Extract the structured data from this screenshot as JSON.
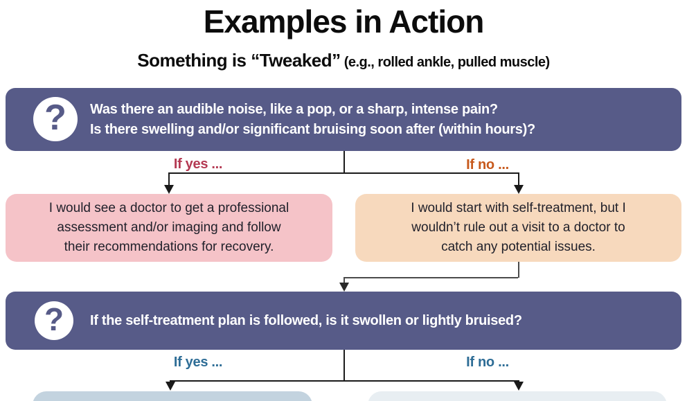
{
  "title": "Examples in Action",
  "subtitle": {
    "main": "Something is “Tweaked”",
    "note": " (e.g., rolled ankle, pulled muscle)"
  },
  "icons": {
    "question_mark": "?"
  },
  "question1": {
    "line1": "Was there an audible noise, like a pop, or a sharp, intense pain?",
    "line2": "Is there swelling and/or significant bruising soon after (within hours)?"
  },
  "branch1": {
    "yes_label": "If yes ...",
    "no_label": "If no ..."
  },
  "outcome_yes": {
    "lines": [
      "I would see a doctor to get a professional",
      "assessment and/or imaging and follow",
      "their recommendations for recovery."
    ]
  },
  "outcome_no": {
    "lines": [
      "I would start with self-treatment, but I",
      "wouldn’t rule out a visit to a doctor to",
      "catch any potential issues."
    ]
  },
  "question2": {
    "text": "If the self-treatment plan is followed, is it swollen or lightly bruised?"
  },
  "branch2": {
    "yes_label": "If yes ...",
    "no_label": "If no ..."
  },
  "colors": {
    "banner_background": "#575b88",
    "outcome_yes_background": "#f5c3c8",
    "outcome_no_background": "#f7d9bd",
    "bottom_yes_background": "#c3d3df",
    "bottom_no_background": "#e8eef2",
    "branch1_yes_text": "#b43a53",
    "branch1_no_text": "#c7591c",
    "branch2_text": "#2e6d96"
  }
}
